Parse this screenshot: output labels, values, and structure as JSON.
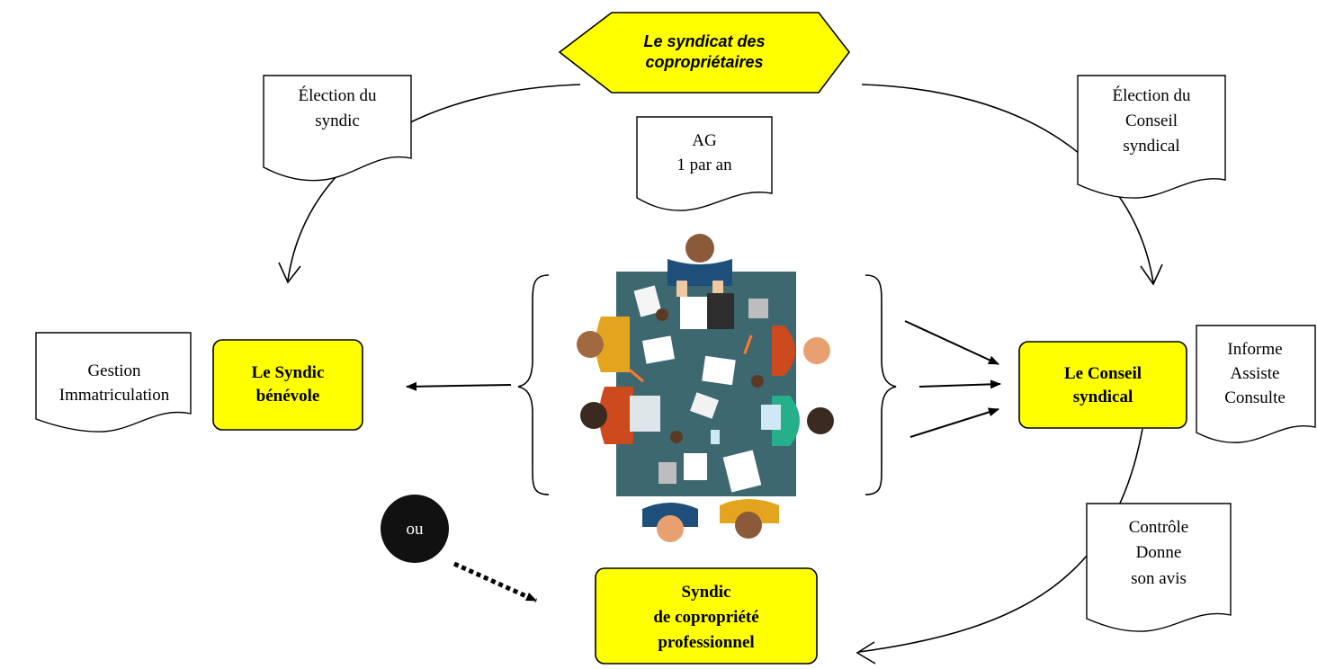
{
  "nodes": {
    "syndicat": {
      "line1": "Le syndicat des",
      "line2": "copropriétaires"
    },
    "syndic_benevole": {
      "line1": "Le Syndic",
      "line2": "bénévole"
    },
    "conseil": {
      "line1": "Le Conseil",
      "line2": "syndical"
    },
    "syndic_pro": {
      "line1": "Syndic",
      "line2": "de copropriété",
      "line3": "professionnel"
    },
    "ou": {
      "label": "ou"
    }
  },
  "notes": {
    "election_syndic": {
      "line1": "Élection du",
      "line2": "syndic"
    },
    "ag": {
      "line1": "AG",
      "line2": "1 par an"
    },
    "election_conseil": {
      "line1": "Élection du",
      "line2": "Conseil",
      "line3": "syndical"
    },
    "gestion": {
      "line1": "Gestion",
      "line2": "Immatriculation"
    },
    "informe": {
      "line1": "Informe",
      "line2": "Assiste",
      "line3": "Consulte"
    },
    "controle": {
      "line1": "Contrôle",
      "line2": "Donne",
      "line3": "son avis"
    }
  },
  "colors": {
    "highlight": "#ffff00",
    "table": "#3d6870",
    "ink": "#000000"
  }
}
